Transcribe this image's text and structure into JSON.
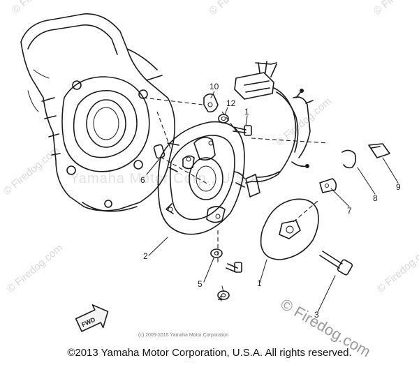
{
  "watermark": {
    "site": "© Firedog.com",
    "overlay": "Yamaha Motor Corp., U.S.A.",
    "bottom": "© Firedog.com",
    "small_copyright": "(c) 2005-2015 Yamaha Motor Corporation"
  },
  "footer": {
    "copyright": "©2013 Yamaha Motor Corporation, U.S.A. All rights reserved."
  },
  "callouts": [
    "10",
    "12",
    "1",
    "6",
    "2",
    "5",
    "4",
    "1",
    "3",
    "7",
    "8",
    "9"
  ],
  "direction_marker": "FWD"
}
